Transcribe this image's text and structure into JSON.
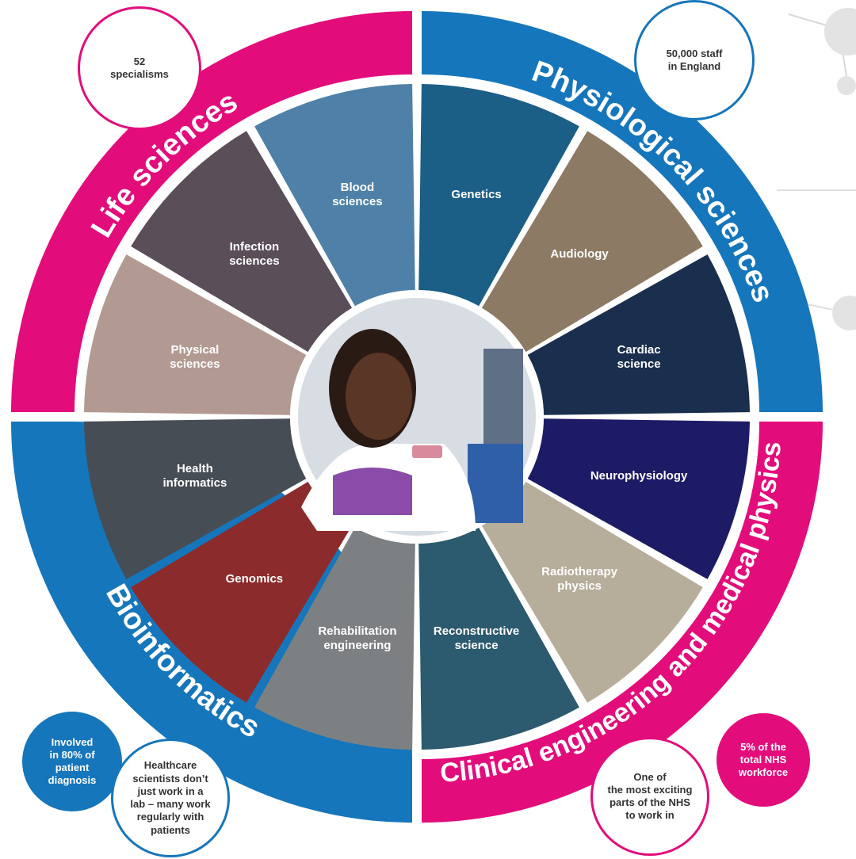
{
  "colors": {
    "pink": "#e20d7b",
    "blue": "#1676bb",
    "dark_navy": "#0b1440"
  },
  "quadrants": {
    "top_left": "Life sciences",
    "top_right": "Physiological sciences",
    "bottom_left": "Bioinformatics",
    "bottom_right": "Clinical engineering and medical physics"
  },
  "segments": [
    {
      "label": "Genetics",
      "image": "dna-helix",
      "color": "#1b5f86"
    },
    {
      "label": "Audiology",
      "image": "ear-thermometer",
      "color": "#8d7a64"
    },
    {
      "label": "Cardiac science",
      "image": "heart-monitor",
      "color": "#1a2f4e"
    },
    {
      "label": "Neurophysiology",
      "image": "neuron-network",
      "color": "#1e1b66"
    },
    {
      "label": "Radiotherapy physics",
      "image": "radiotherapy-machine",
      "color": "#b6ad9a"
    },
    {
      "label": "Reconstructive science",
      "image": "knee-xray",
      "color": "#2c5a6f"
    },
    {
      "label": "Rehabilitation engineering",
      "image": "prosthetic-hand",
      "color": "#7d8082"
    },
    {
      "label": "Genomics",
      "image": "petri-dish-red",
      "color": "#8c2b2b"
    },
    {
      "label": "Health informatics",
      "image": "laptop-keyboard",
      "color": "#474d55"
    },
    {
      "label": "Physical sciences",
      "image": "gloved-hand-dish",
      "color": "#b29a92"
    },
    {
      "label": "Infection sciences",
      "image": "lab-screens",
      "color": "#5a4e58"
    },
    {
      "label": "Blood sciences",
      "image": "syringe-gloves",
      "color": "#4f81a8"
    }
  ],
  "center": {
    "image": "scientist-with-slide"
  },
  "callouts": {
    "specialisms": "52\nspecialisms",
    "staff": "50,000 staff\nin England",
    "diagnosis": "Involved\nin 80% of\npatient\ndiagnosis",
    "patients": "Healthcare\nscientists don’t\njust work in a\nlab – many work\nregularly with\npatients",
    "exciting": "One of\nthe most exciting\nparts of the NHS\nto work in",
    "workforce": "5% of the\ntotal NHS\nworkforce"
  }
}
